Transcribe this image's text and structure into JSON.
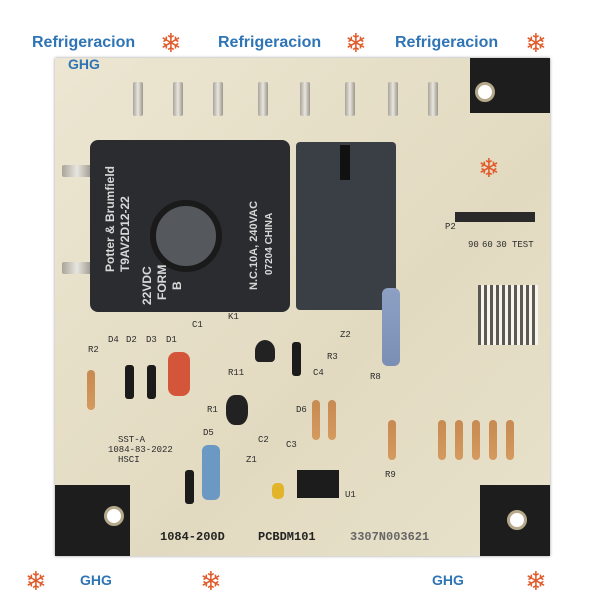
{
  "watermark": {
    "brand": "Refrigeracion",
    "sub": "GHG",
    "icon": "snowflake-icon"
  },
  "relay_k1": {
    "line1": "Potter & Brumfield",
    "line2": "T9AV2D12-22",
    "line3": "22VDC",
    "line4": "FORM",
    "line5": "B"
  },
  "relay_k1_rating": {
    "line1": "N.C.10A, 240VAC",
    "line2": "07204  CHINA"
  },
  "silkscreen": {
    "k1": "K1",
    "p2": "P2",
    "test": "TEST",
    "t90": "90",
    "t60": "60",
    "t30": "30",
    "r1": "R1",
    "r2": "R2",
    "r3": "R3",
    "r8": "R8",
    "r9": "R9",
    "r11": "R11",
    "d1": "D1",
    "d2": "D2",
    "d3": "D3",
    "d4": "D4",
    "d5": "D5",
    "d6": "D6",
    "c1": "C1",
    "c2": "C2",
    "c3": "C3",
    "c4": "C4",
    "z1": "Z1",
    "z2": "Z2",
    "u1": "U1",
    "hsci": "HSCI",
    "part": "1084-83-2022",
    "sst": "SST-A"
  },
  "bottom_codes": [
    "1084-200D",
    "PCBDM101",
    "3307N003621"
  ]
}
